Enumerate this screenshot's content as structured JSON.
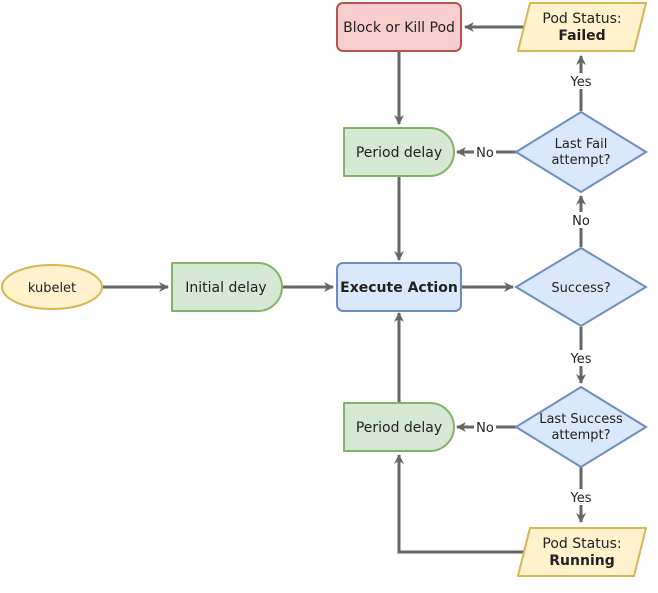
{
  "nodes": {
    "kubelet": "kubelet",
    "initial_delay": "Initial delay",
    "execute_action": "Execute Action",
    "success_q": "Success?",
    "last_fail_q": [
      "Last Fail",
      "attempt?"
    ],
    "last_success_q": [
      "Last Success",
      "attempt?"
    ],
    "period_delay_top": "Period delay",
    "period_delay_bottom": "Period delay",
    "block_or_kill": "Block or Kill Pod",
    "pod_status_failed": [
      "Pod Status:",
      "Failed"
    ],
    "pod_status_running": [
      "Pod Status:",
      "Running"
    ]
  },
  "edge_labels": {
    "yes_to_failed": "Yes",
    "no_to_last_fail": "No",
    "no_to_period_top": "No",
    "yes_to_last_success": "Yes",
    "no_to_period_bottom": "No",
    "yes_to_running": "Yes"
  },
  "colors": {
    "kubelet_fill": "#fff2cc",
    "kubelet_stroke": "#d6b656",
    "delay_fill": "#d5e8d4",
    "delay_stroke": "#82b366",
    "action_fill": "#dae8fc",
    "action_stroke": "#6c8ebf",
    "decision_fill": "#dae8fc",
    "decision_stroke": "#6c8ebf",
    "block_fill": "#f8cecc",
    "block_stroke": "#b85450",
    "status_fill": "#fff2cc",
    "status_stroke": "#d6b656",
    "arrow": "#666666"
  }
}
